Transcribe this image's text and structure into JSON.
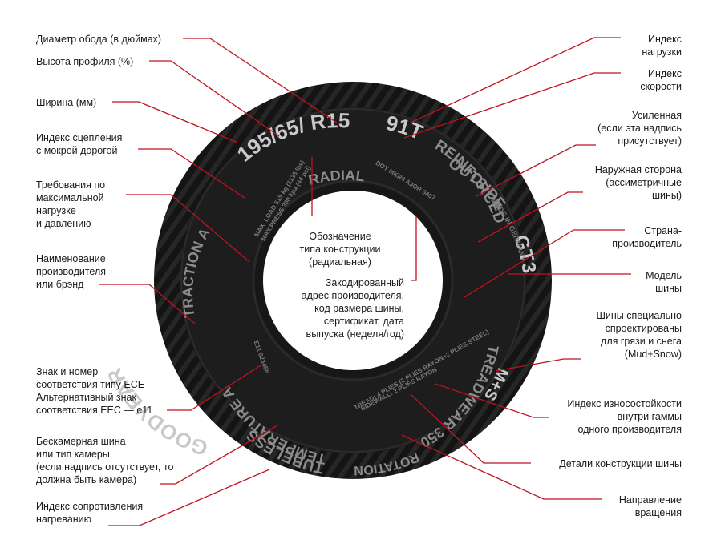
{
  "colors": {
    "leader_line": "#c0121f",
    "tire": "#1b1b1b",
    "tire_text": "#b8b8b8"
  },
  "tire": {
    "size": "195/65/ R15",
    "load_speed": "91T",
    "construction": "RADIAL",
    "reinforced": "REINFORCED",
    "outside": "OUTSIDE",
    "model": "GT3",
    "made_in": "MADE IN GERMANY",
    "treadwear": "TREADWEAR 350",
    "mud_snow": "M+S",
    "rotation": "ROTATION",
    "tubeless": "TUBELESS",
    "temperature": "TEMPERATURE A",
    "brand": "GOODYEAR",
    "traction": "TRACTION A",
    "max_load": "MAX. LOAD 515 kg (1135 lbs)",
    "max_press": "MAX.PRESS 300 kpa (44 psi)",
    "dot": "DOT MKR4 AJOR 0407",
    "sidewall": "SIDEWALL: 2 PLIES RAYON",
    "tread_plies": "TREAD: 4 PLIES (2 PLIES RAYON+2 PLIES STEEL)",
    "ece": "E11 023456"
  },
  "labels_left": [
    "Диаметр обода (в дюймах)",
    "Высота профиля (%)",
    "Ширина (мм)",
    "Индекс сцепления\nс мокрой дорогой",
    "Требования по\nмаксимальной\nнагрузке\nи давлению",
    "Наименование\nпроизводителя\nили брэнд",
    "Знак и номер\nсоответствия типу ЕСЕ\nАльтернативный знак\nсоответствия ЕЕС — е11",
    "Бескамерная шина\nили тип камеры\n(если надпись отсутствует, то\nдолжна быть камера)",
    "Индекс сопротивления\nнагреванию"
  ],
  "labels_right": [
    "Индекс\nнагрузки",
    "Индекс\nскорости",
    "Усиленная\n(если эта надпись\nприсутствует)",
    "Наружная сторона\n(ассиметричные\nшины)",
    "Страна-\nпроизводитель",
    "Модель\nшины",
    "Шины специально\nспроектированы\nдля грязи и снега\n(Mud+Snow)",
    "Индекс износостойкости\nвнутри гаммы\nодного производителя",
    "Детали конструкции шины",
    "Направление\nвращения"
  ],
  "labels_center": [
    "Обозначение\nтипа конструкции\n(радиальная)",
    "Закодированный\nадрес производителя,\nкод размера шины,\nсертификат, дата\nвыпуска (неделя/год)"
  ]
}
